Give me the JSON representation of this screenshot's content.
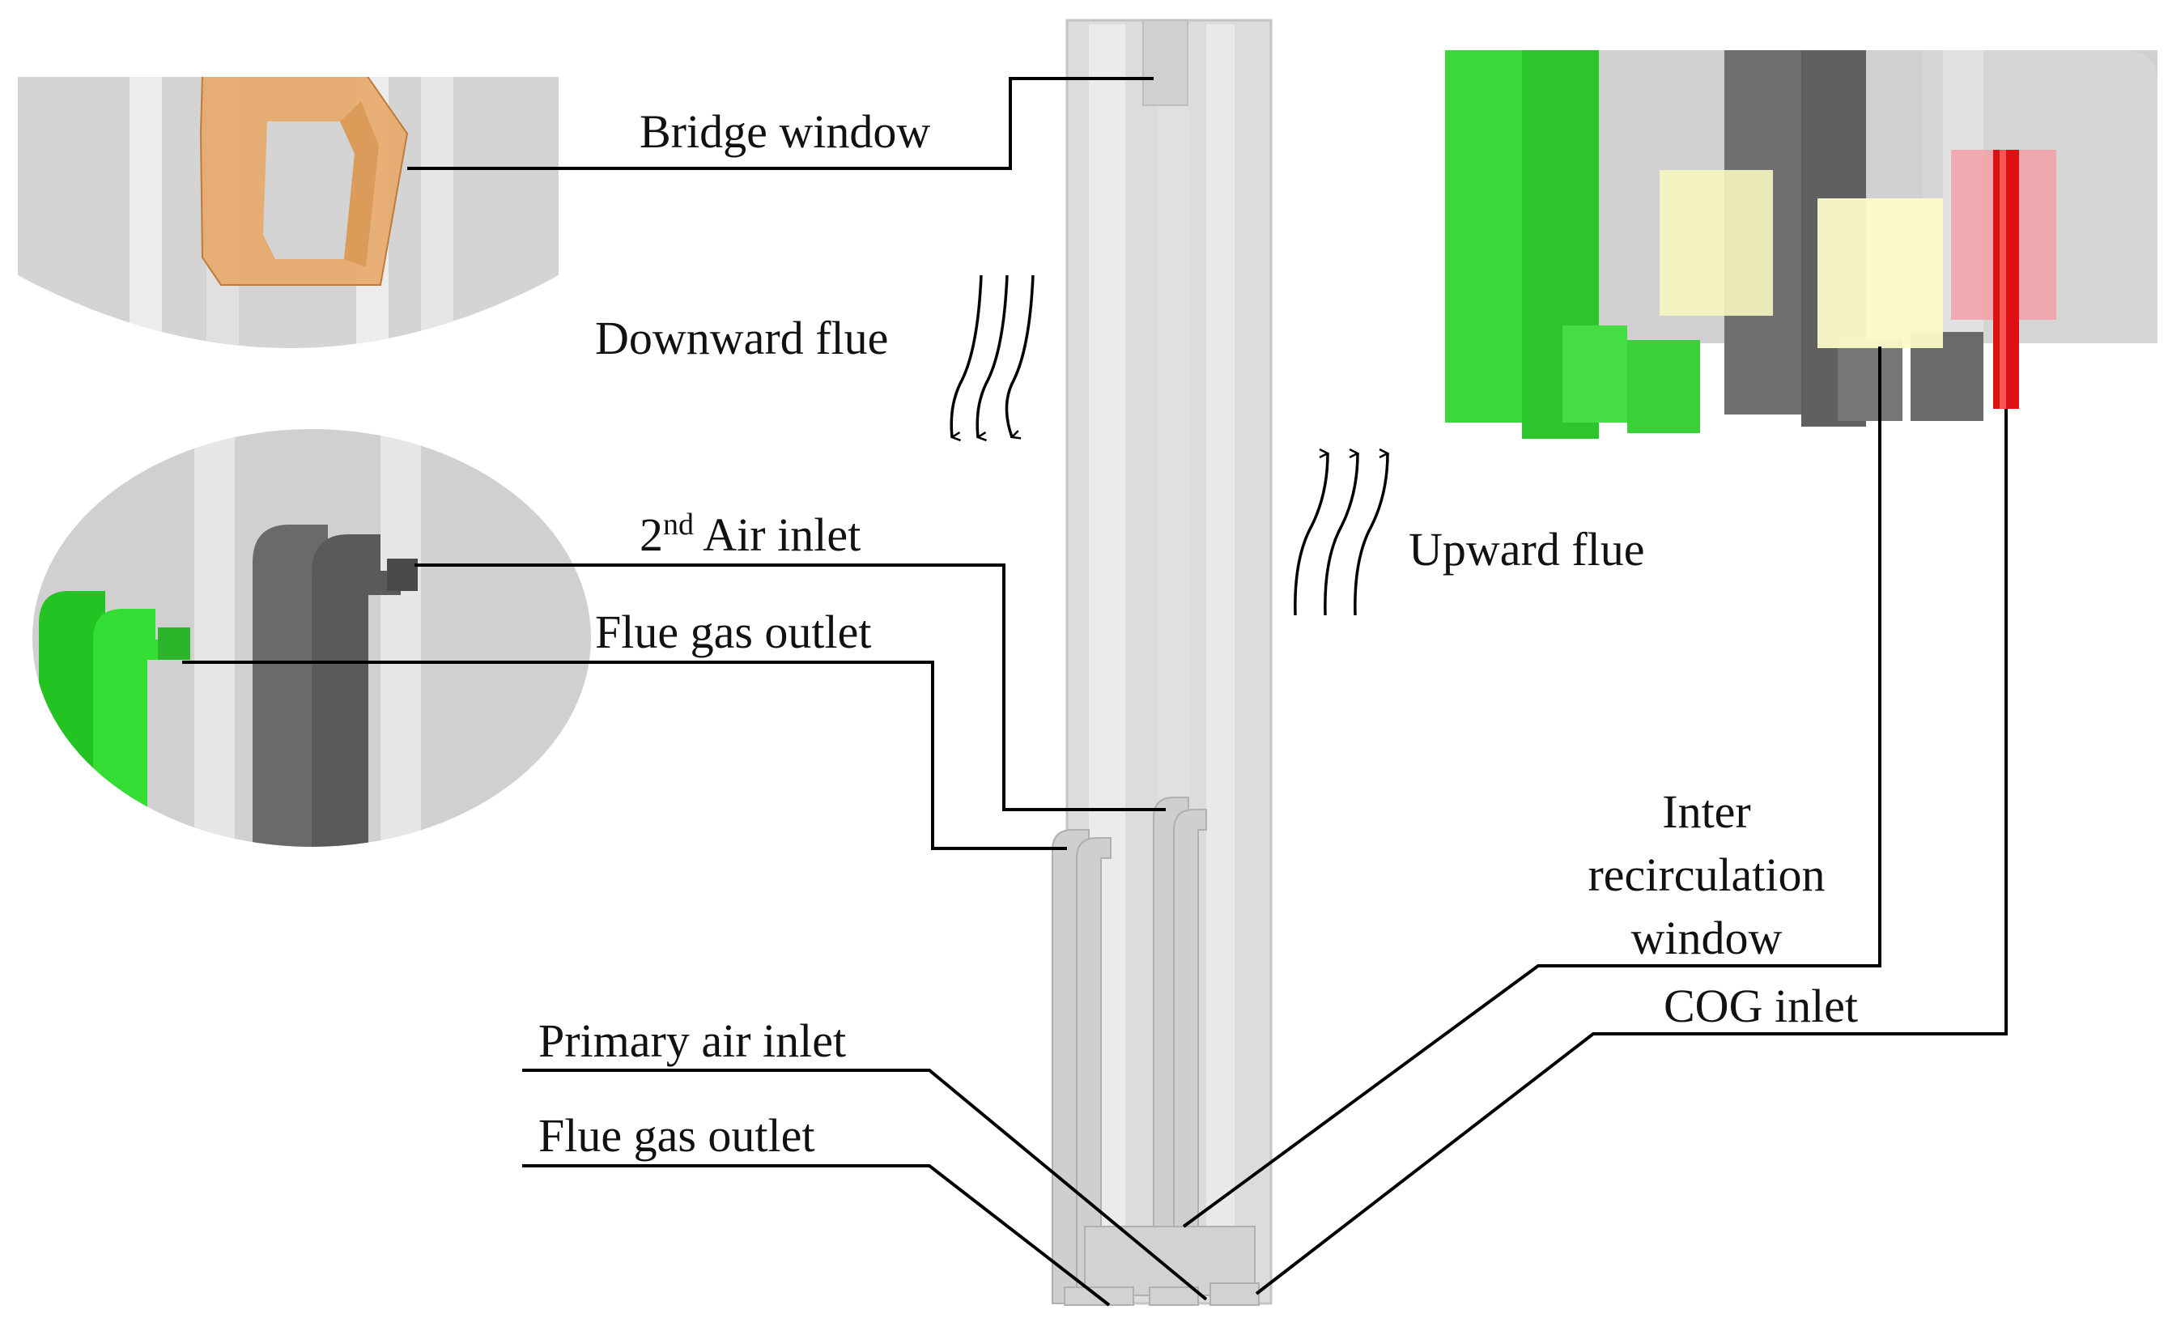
{
  "labels": {
    "bridge_window": "Bridge window",
    "downward_flue": "Downward flue",
    "upward_flue": "Upward flue",
    "second_air_inlet_num": "2",
    "second_air_inlet_sup": "nd",
    "second_air_inlet_rest": " Air inlet",
    "flue_gas_outlet_upper": "Flue gas outlet",
    "inter_recirculation_line1": "Inter",
    "inter_recirculation_line2": "recirculation",
    "inter_recirculation_line3": "window",
    "cog_inlet": "COG inlet",
    "primary_air_inlet": "Primary air inlet",
    "flue_gas_outlet_lower": "Flue gas outlet"
  },
  "colors": {
    "wall_gray": "#d2d2d2",
    "bridge_window_orange": "#e8a463",
    "flue_gas_green": "#33dd33",
    "air_inlet_dark_gray": "#636363",
    "inter_recirculation_yellow": "#fbfbc8",
    "cog_inlet_red": "#dd1111",
    "cog_box_pink": "#f4a0a8"
  }
}
